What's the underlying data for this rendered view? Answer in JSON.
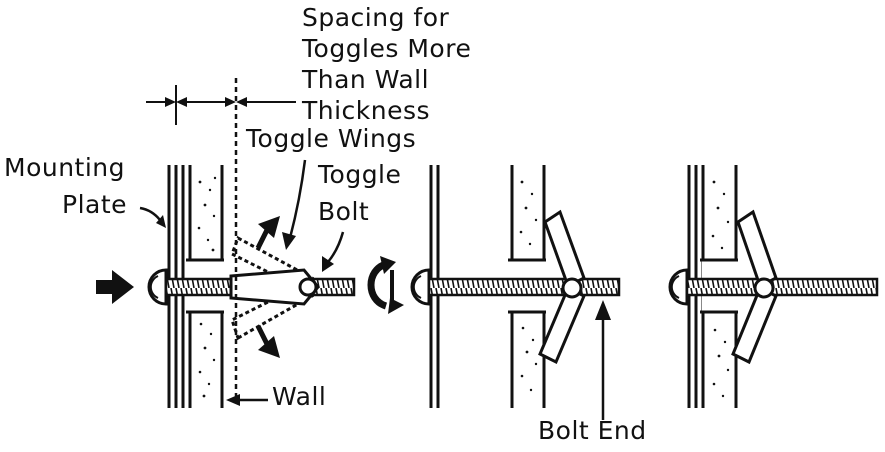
{
  "labels": {
    "spacing_line1": "Spacing for",
    "spacing_line2": "Toggles More",
    "spacing_line3": "Than Wall",
    "spacing_line4": "Thickness",
    "toggle_wings": "Toggle Wings",
    "toggle_bolt_line1": "Toggle",
    "toggle_bolt_line2": "Bolt",
    "mounting_plate_line1": "Mounting",
    "mounting_plate_line2": "Plate",
    "wall": "Wall",
    "bolt_end": "Bolt End"
  },
  "colors": {
    "ink": "#111111",
    "paper": "#ffffff"
  }
}
